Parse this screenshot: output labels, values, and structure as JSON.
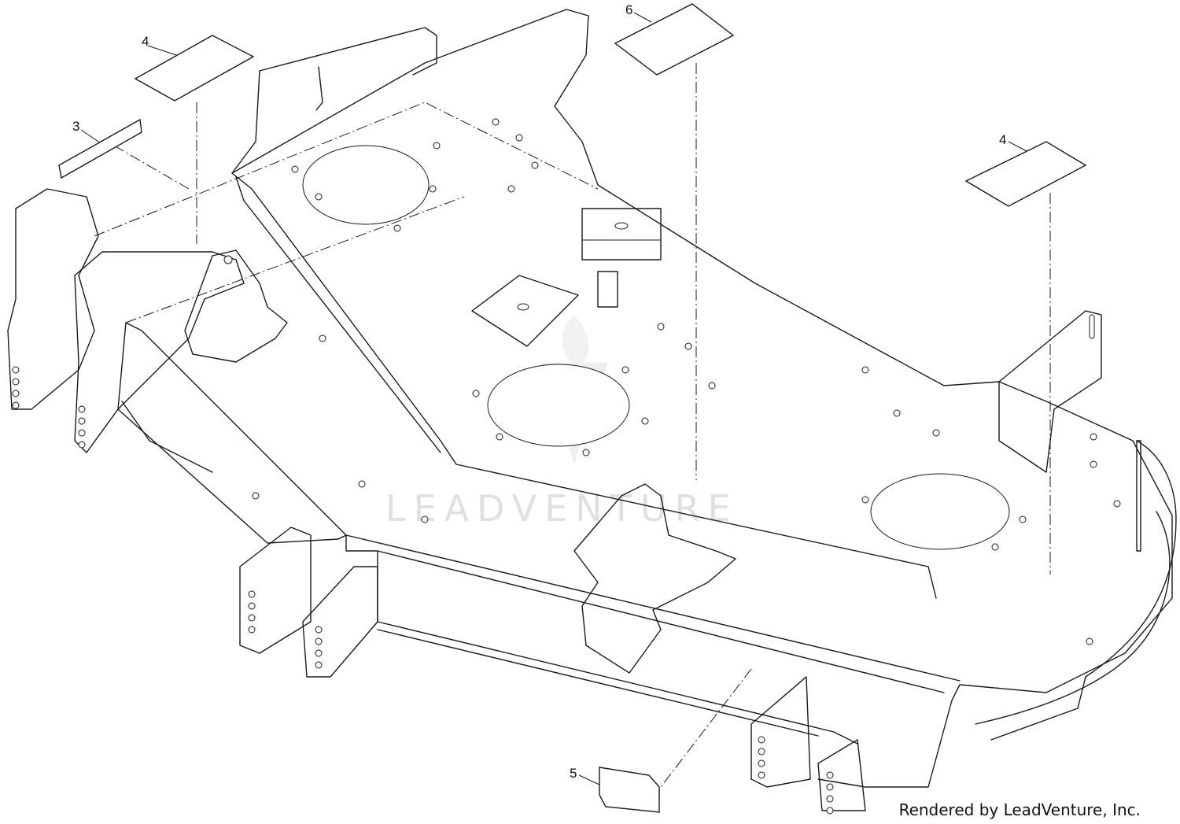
{
  "diagram": {
    "callouts": [
      {
        "id": "callout-3",
        "label": "3"
      },
      {
        "id": "callout-4-left",
        "label": "4"
      },
      {
        "id": "callout-6",
        "label": "6"
      },
      {
        "id": "callout-4-right",
        "label": "4"
      },
      {
        "id": "callout-5",
        "label": "5"
      }
    ],
    "watermark": "LEADVENTURE",
    "credit": "Rendered by LeadVenture, Inc."
  }
}
